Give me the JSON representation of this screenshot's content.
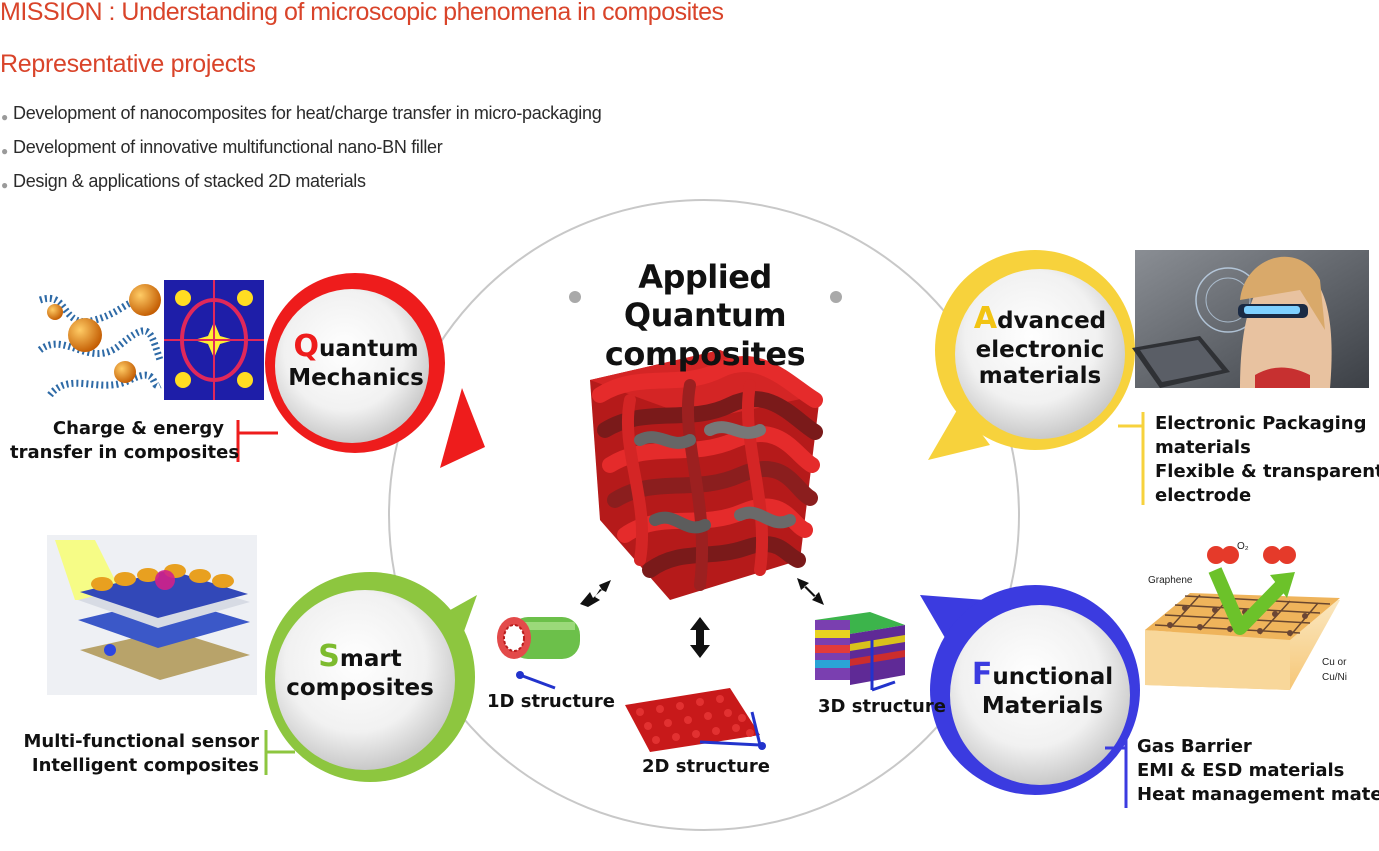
{
  "header": {
    "mission": "MISSION : Understanding of microscopic phenomena in composites",
    "representative_title": "Representative projects",
    "projects": [
      "Development of nanocomposites for heat/charge transfer in micro-packaging",
      "Development of innovative multifunctional nano-BN filler",
      "Design & applications of stacked 2D materials"
    ]
  },
  "diagram": {
    "center_title_line1": "Applied Quantum",
    "center_title_line2": "composites",
    "quantum": {
      "initial": "Q",
      "rest": "uantum",
      "line2": "Mechanics",
      "color": "#ee1c1c",
      "notes": [
        "Charge & energy",
        "transfer in composites"
      ]
    },
    "advanced": {
      "initial": "A",
      "rest": "dvanced",
      "line2": "electronic",
      "line3": "materials",
      "color": "#f7d23c",
      "notes": [
        "Electronic Packaging",
        "materials",
        "Flexible & transparent",
        "electrode"
      ]
    },
    "smart": {
      "initial": "S",
      "rest": "mart",
      "line2": "composites",
      "color": "#8dc63f",
      "notes": [
        "Multi-functional sensor",
        "Intelligent composites"
      ]
    },
    "functional": {
      "initial": "F",
      "rest": "unctional",
      "line2": "Materials",
      "color": "#3b3be0",
      "notes": [
        "Gas Barrier",
        "EMI & ESD materials",
        "Heat management materials"
      ]
    },
    "structures": [
      "1D structure",
      "2D structure",
      "3D structure"
    ],
    "graphene_labels": {
      "graphene": "Graphene",
      "o2": "O₂",
      "substrate_line1": "Cu or",
      "substrate_line2": "Cu/Ni"
    }
  }
}
